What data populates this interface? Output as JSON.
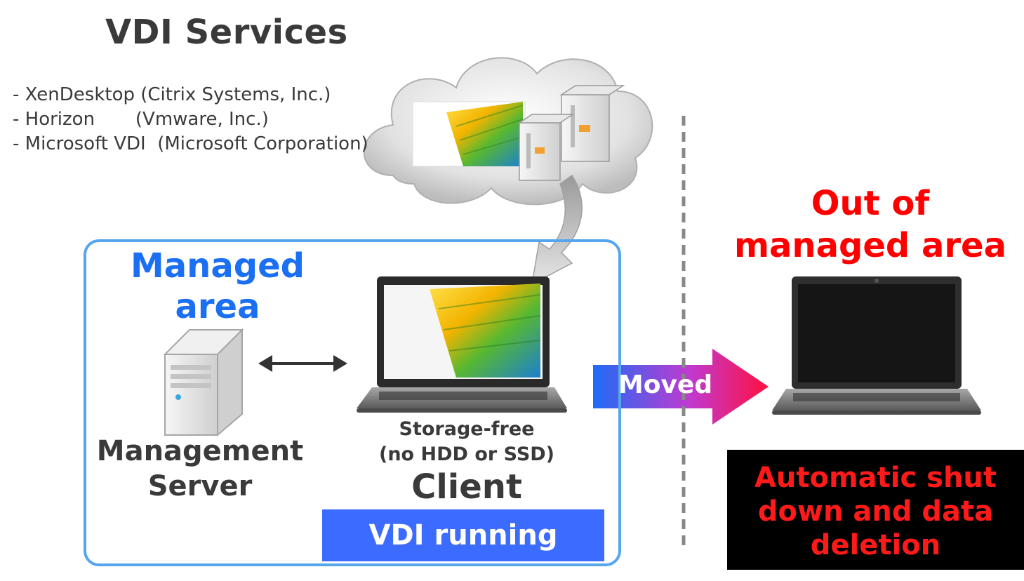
{
  "header": {
    "title": "VDI Services"
  },
  "services": [
    "- XenDesktop (Citrix Systems, Inc.)",
    "- Horizon       (Vmware, Inc.)",
    "- Microsoft VDI  (Microsoft Corporation)"
  ],
  "managed": {
    "label_line1": "Managed",
    "label_line2": "area"
  },
  "server": {
    "label_line1": "Management",
    "label_line2": "Server"
  },
  "client": {
    "storage_line1": "Storage-free",
    "storage_line2": "(no HDD or SSD)",
    "label": "Client",
    "status": "VDI running"
  },
  "transition": {
    "label": "Moved"
  },
  "out_area": {
    "label_line1": "Out of",
    "label_line2": "managed area"
  },
  "result": {
    "line1": "Automatic shut",
    "line2": "down and data",
    "line3": "deletion"
  },
  "colors": {
    "managed_blue": "#1a6ff2",
    "box_border": "#56a6ee",
    "status_blue": "#3b6bff",
    "alert_red": "#ff0000"
  }
}
